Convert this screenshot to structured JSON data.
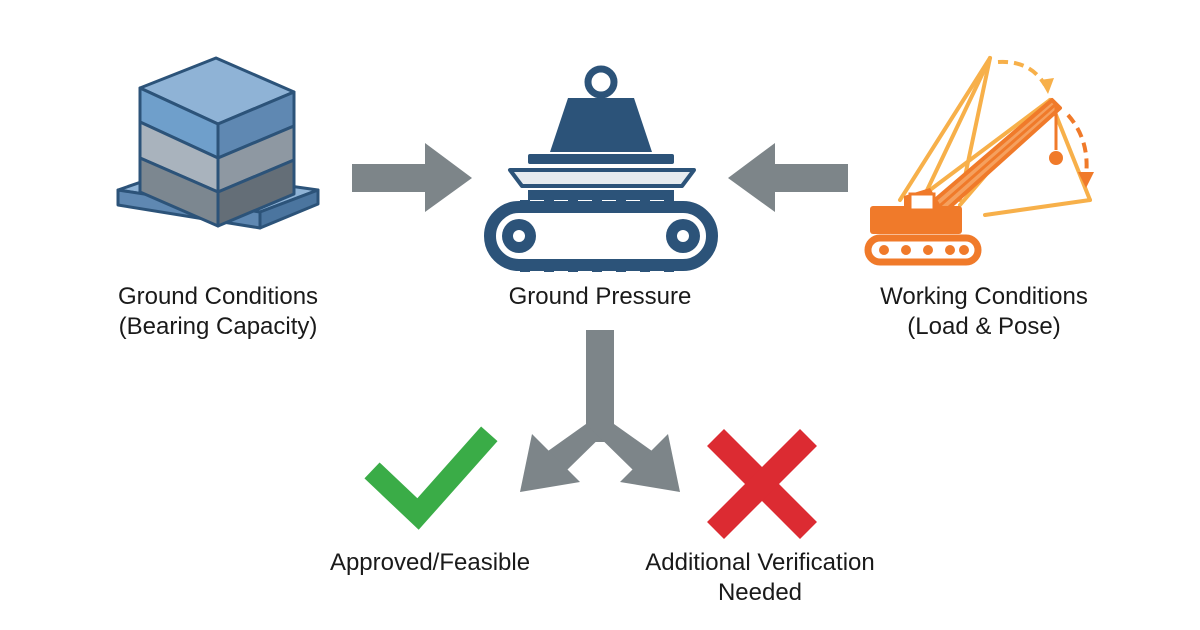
{
  "colors": {
    "arrow": "#7d8589",
    "steel_dark": "#2c5379",
    "block_light": "#8fb3d6",
    "block_mid": "#a9b3bd",
    "block_dark": "#7c8790",
    "crane_orange": "#f07a2a",
    "crane_light": "#f7b04a",
    "check_green": "#3aac47",
    "cross_red": "#dc2b32"
  },
  "icons": {
    "ground": "soil-layers-icon",
    "pressure": "weight-on-tracks-icon",
    "working": "crane-icon",
    "approved": "checkmark-icon",
    "verify": "cross-icon"
  },
  "nodes": {
    "ground": {
      "line1": "Ground Conditions",
      "line2": "(Bearing Capacity)"
    },
    "pressure": {
      "line1": "Ground Pressure"
    },
    "working": {
      "line1": "Working Conditions",
      "line2": "(Load & Pose)"
    },
    "approved": {
      "line1": "Approved/Feasible"
    },
    "verify": {
      "line1": "Additional Verification",
      "line2": "Needed"
    }
  }
}
